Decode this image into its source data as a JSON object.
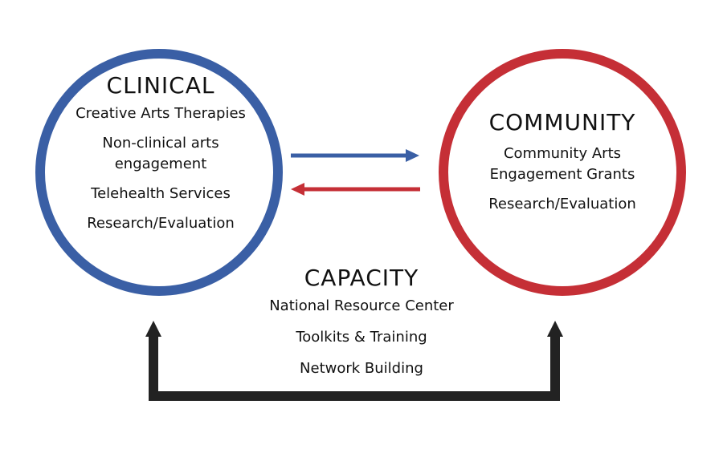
{
  "colors": {
    "clinical": "#3a5fa5",
    "community": "#c52f36",
    "capacity": "#222222"
  },
  "clinical": {
    "title": "CLINICAL",
    "items": [
      "Creative Arts Therapies",
      "Non-clinical arts engagement",
      "Telehealth Services",
      "Research/Evaluation"
    ]
  },
  "community": {
    "title": "COMMUNITY",
    "items": [
      "Community Arts Engagement Grants",
      "Research/Evaluation"
    ]
  },
  "capacity": {
    "title": "CAPACITY",
    "items": [
      "National Resource Center",
      "Toolkits & Training",
      "Network Building"
    ]
  }
}
